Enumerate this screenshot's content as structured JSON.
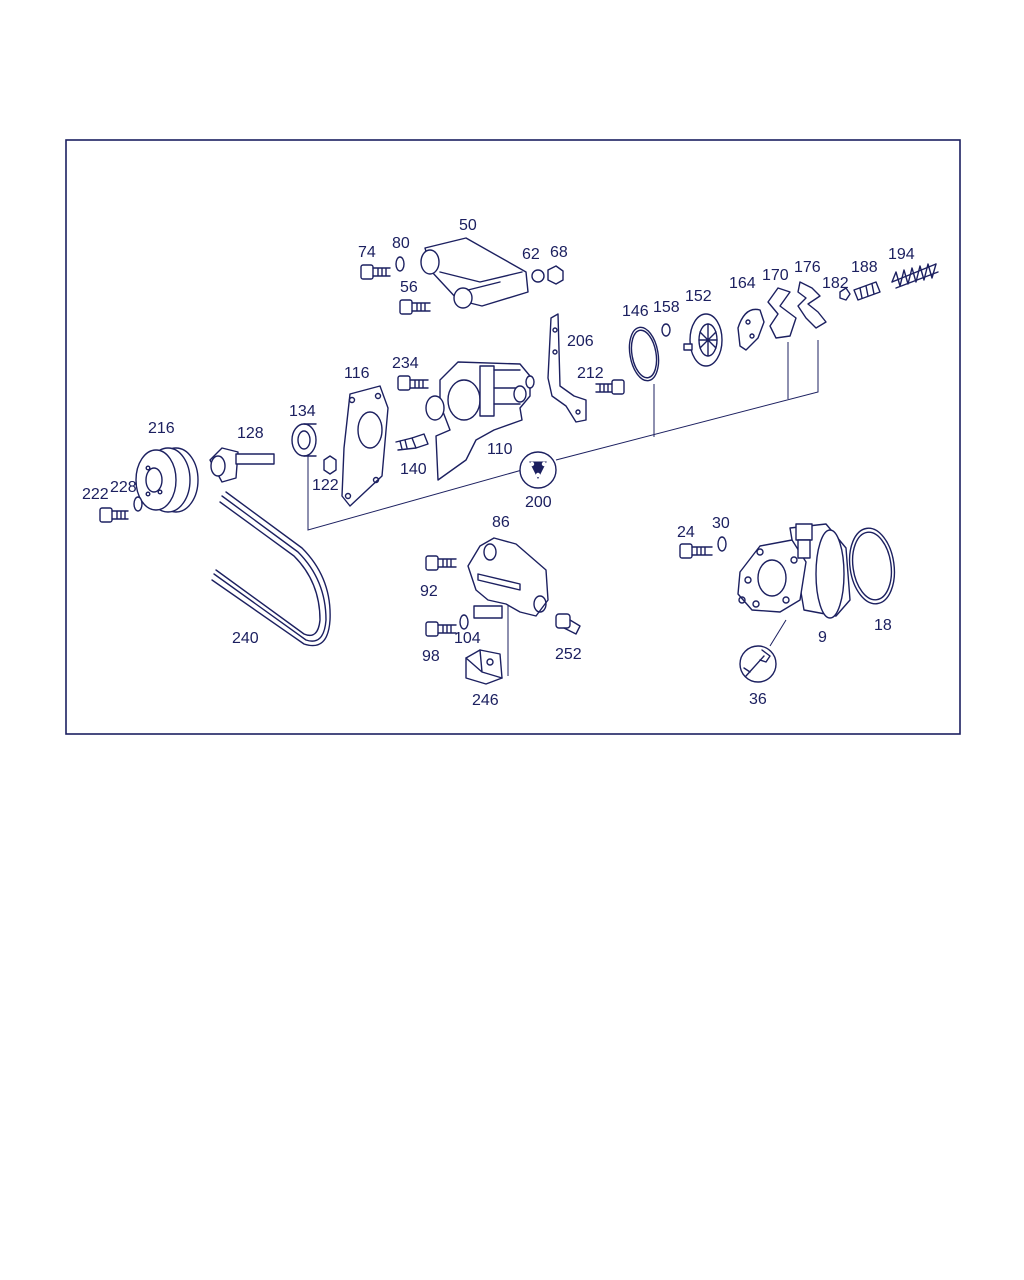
{
  "diagram": {
    "labels": {
      "l50": "50",
      "l74": "74",
      "l80": "80",
      "l62": "62",
      "l68": "68",
      "l56": "56",
      "l206": "206",
      "l146": "146",
      "l158": "158",
      "l152": "152",
      "l164": "164",
      "l170": "170",
      "l176": "176",
      "l182": "182",
      "l188": "188",
      "l194": "194",
      "l116": "116",
      "l234": "234",
      "l212": "212",
      "l134": "134",
      "l216": "216",
      "l128": "128",
      "l110": "110",
      "l140": "140",
      "l122": "122",
      "l200": "200",
      "l222": "222",
      "l228": "228",
      "l86": "86",
      "l24": "24",
      "l30": "30",
      "l92": "92",
      "l240": "240",
      "l98": "98",
      "l104": "104",
      "l252": "252",
      "l246": "246",
      "l9": "9",
      "l18": "18",
      "l36": "36"
    }
  }
}
